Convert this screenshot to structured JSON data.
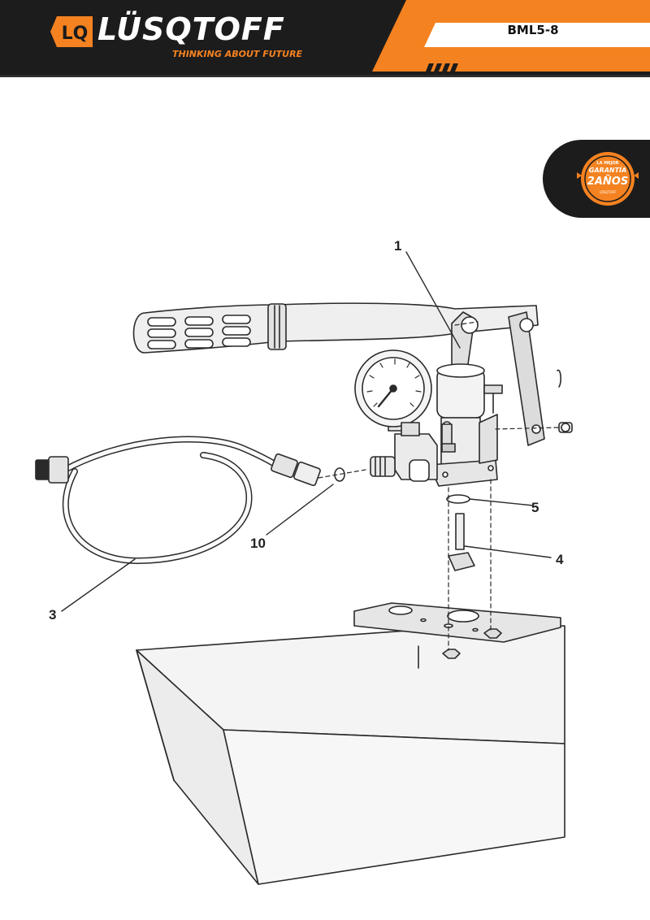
{
  "header": {
    "brand_name": "LÜSQTOFF",
    "brand_mark": "LQ",
    "tagline": "THINKING ABOUT FUTURE",
    "model": "BML5-8"
  },
  "badge": {
    "line1": "LA MEJOR",
    "line2": "GARANTÍA",
    "line3": "2AÑOS",
    "line4": "LÜSQTOFF"
  },
  "callouts": [
    {
      "id": "1",
      "label": "1"
    },
    {
      "id": "5",
      "label": "5"
    },
    {
      "id": "4",
      "label": "4"
    },
    {
      "id": "10",
      "label": "10"
    },
    {
      "id": "3",
      "label": "3"
    }
  ],
  "colors": {
    "header_bg": "#1c1c1c",
    "accent": "#f58220",
    "ink": "#222222"
  }
}
